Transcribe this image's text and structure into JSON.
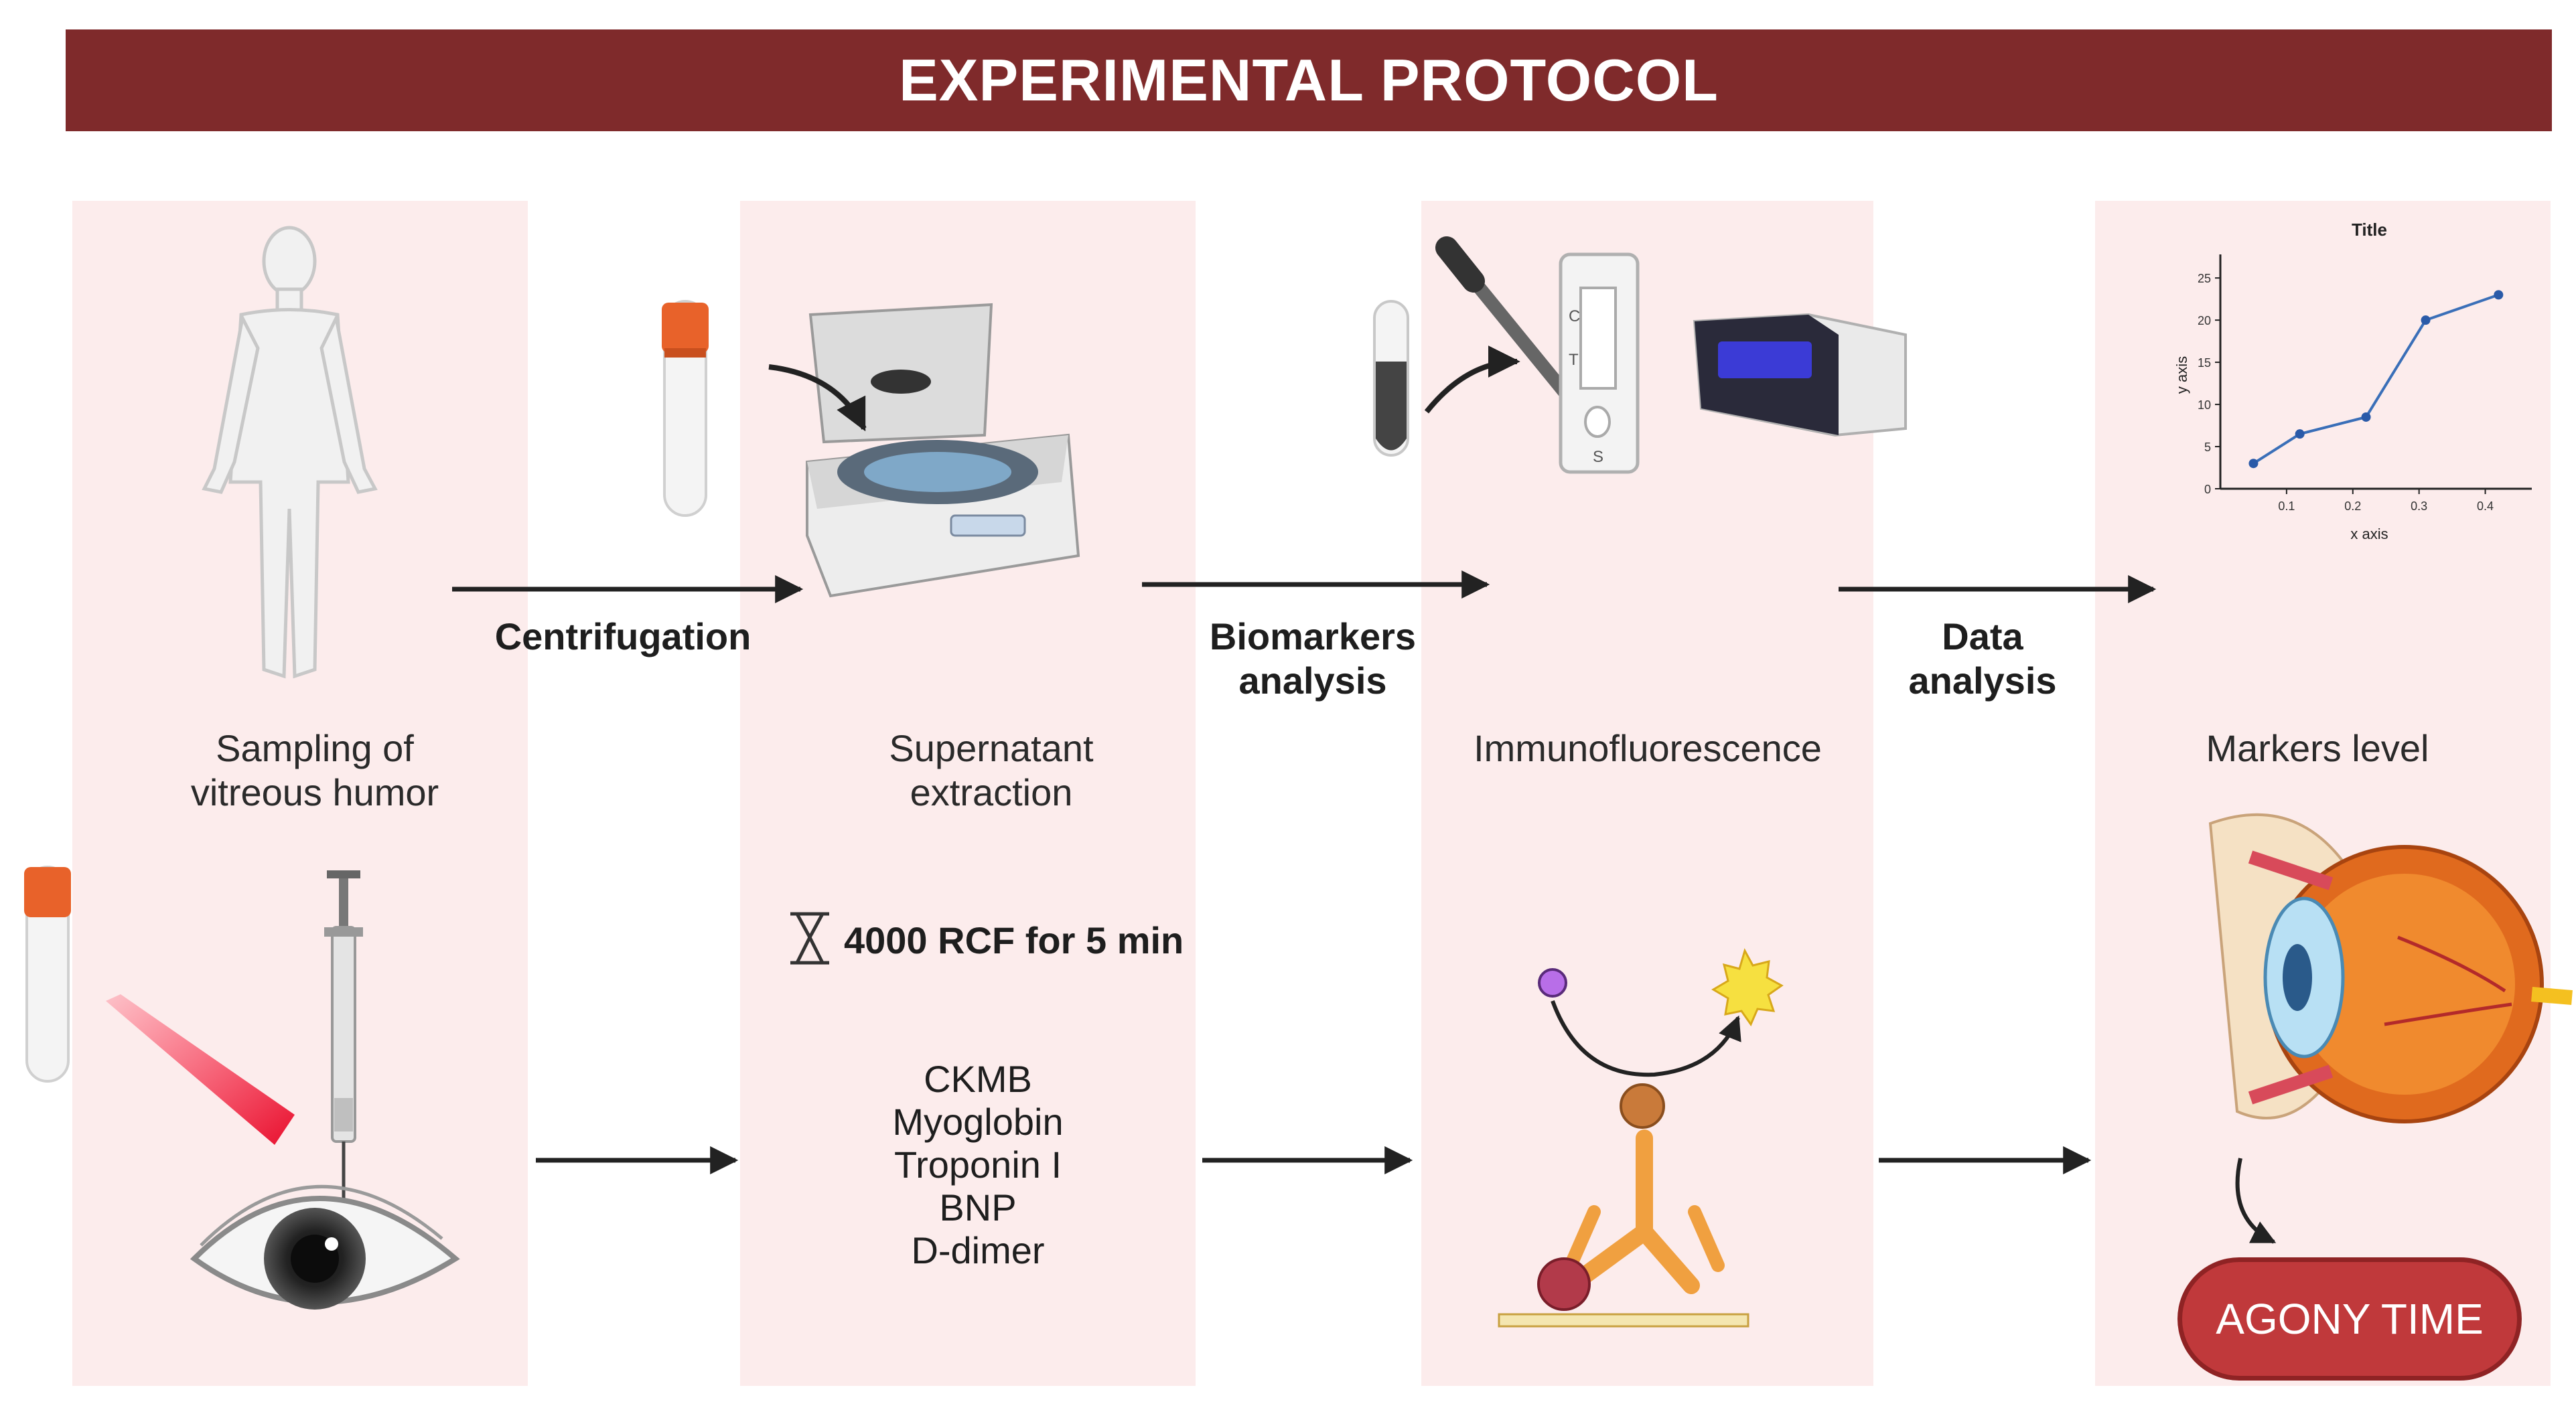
{
  "title": "EXPERIMENTAL PROTOCOL",
  "colors": {
    "banner": "#7f2a2b",
    "panel": "#fcecec",
    "accent": "#c0393b",
    "arrow": "#222222"
  },
  "stages": [
    {
      "id": "sampling",
      "lines": [
        "Sampling of",
        "vitreous humor"
      ]
    },
    {
      "id": "supernatant",
      "lines": [
        "Supernatant",
        "extraction"
      ]
    },
    {
      "id": "immuno",
      "lines": [
        "Immunofluorescence"
      ]
    },
    {
      "id": "markers",
      "lines": [
        "Markers level"
      ]
    }
  ],
  "transitions": [
    {
      "id": "centrifugation",
      "lines": [
        "Centrifugation"
      ]
    },
    {
      "id": "biomarkers",
      "lines": [
        "Biomarkers",
        "analysis"
      ]
    },
    {
      "id": "data",
      "lines": [
        "Data",
        "analysis"
      ]
    }
  ],
  "centrifuge_setting": "4000 RCF for 5 min",
  "biomarkers": [
    "CKMB",
    "Myoglobin",
    "Troponin I",
    "BNP",
    "D-dimer"
  ],
  "test_strip_labels": [
    "C",
    "T",
    "S"
  ],
  "result": "AGONY TIME",
  "icons": [
    "human-body-icon",
    "eye-icon",
    "syringe-icon",
    "test-tube-icon",
    "centrifuge-icon",
    "hourglass-icon",
    "test-cassette-icon",
    "reader-device-icon",
    "antibody-icon",
    "eye-anatomy-icon",
    "laser-icon"
  ],
  "chart_data": {
    "type": "line",
    "title": "Title",
    "xlabel": "x axis",
    "ylabel": "y axis",
    "x": [
      0.05,
      0.12,
      0.22,
      0.31,
      0.42
    ],
    "series": [
      {
        "values": [
          3,
          6.5,
          8.5,
          20,
          23
        ]
      }
    ],
    "xticks": [
      "0.1",
      "0.2",
      "0.3",
      "0.4"
    ],
    "yticks": [
      "0",
      "5",
      "10",
      "15",
      "20",
      "25"
    ],
    "xlim": [
      0,
      0.45
    ],
    "ylim": [
      0,
      27
    ],
    "grid": false
  }
}
